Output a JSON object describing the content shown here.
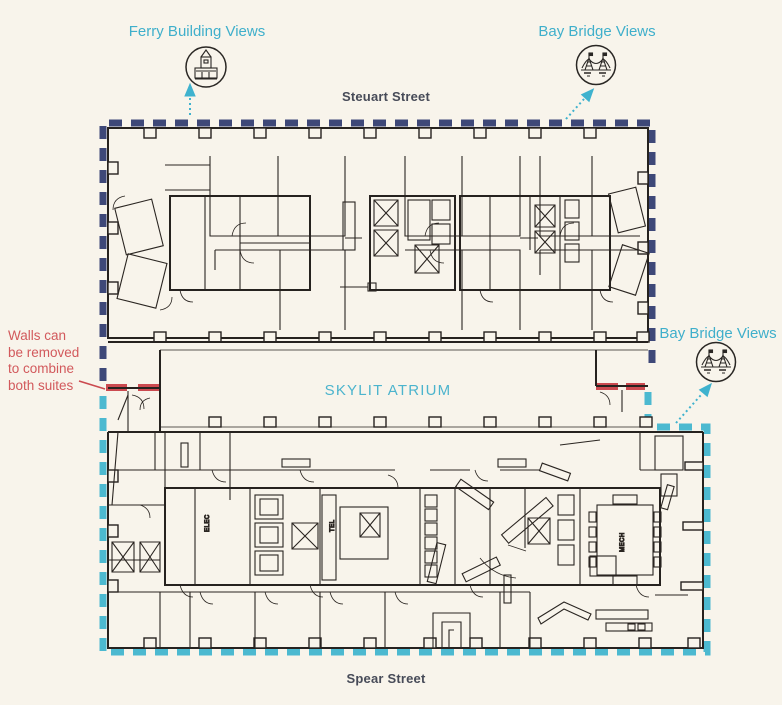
{
  "title": "Floor plan — two suites with skylit atrium",
  "colors": {
    "background": "#f8f4eb",
    "upper_suite_border": "#3e4878",
    "lower_suite_border": "#4cb9d0",
    "removable_wall": "#cb4a50",
    "note_text": "#d2595c",
    "views_text": "#3fafcb",
    "street_text": "#474b58",
    "plan_lines": "#26221f"
  },
  "annotations": {
    "ferry_views": "Ferry Building Views",
    "bay_views_top": "Bay Bridge Views",
    "bay_views_right": "Bay Bridge Views",
    "note_lines": [
      "Walls can",
      "be removed",
      "to combine",
      "both suites"
    ]
  },
  "streets": {
    "top": "Steuart Street",
    "bottom": "Spear Street"
  },
  "plan": {
    "atrium_label": "SKYLIT ATRIUM",
    "rooms": {
      "elec": "ELEC",
      "tel": "TEL",
      "mech": "MECH"
    }
  },
  "icons": [
    "ferry-building-icon",
    "bay-bridge-icon-top",
    "bay-bridge-icon-right"
  ]
}
